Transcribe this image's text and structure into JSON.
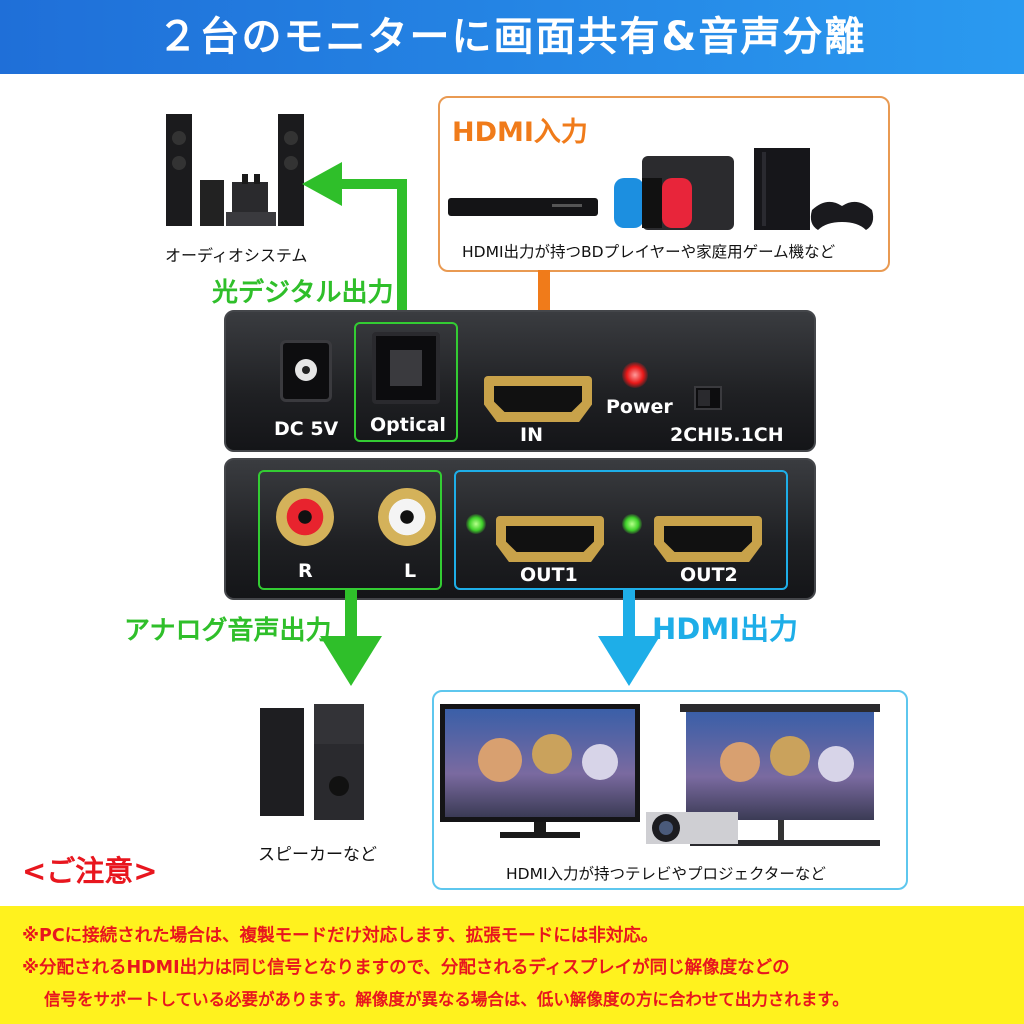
{
  "header": {
    "title": "２台のモニターに画面共有&音声分離"
  },
  "audio_system": {
    "caption": "オーディオシステム"
  },
  "optical_out": {
    "label": "光デジタル出力"
  },
  "hdmi_in_box": {
    "title": "HDMI入力",
    "caption": "HDMI出力が持つBDプレイヤーや家庭用ゲーム機など"
  },
  "device_top": {
    "dc_label": "DC 5V",
    "optical_label": "Optical",
    "in_label": "IN",
    "power_label": "Power",
    "switch_label": "2CHI5.1CH"
  },
  "device_bottom": {
    "r_label": "R",
    "l_label": "L",
    "out1_label": "OUT1",
    "out2_label": "OUT2"
  },
  "analog_out": {
    "label": "アナログ音声出力"
  },
  "hdmi_out": {
    "label": "HDMI出力"
  },
  "speakers": {
    "caption": "スピーカーなど"
  },
  "displays_box": {
    "caption": "HDMI入力が持つテレビやプロジェクターなど"
  },
  "notice": {
    "title": "<ご注意>",
    "lines": [
      "※PCに接続された場合は、複製モードだけ対応します、拡張モードには非対応。",
      "※分配されるHDMI出力は同じ信号となりますので、分配されるディスプレイが同じ解像度などの",
      "信号をサポートしている必要があります。解像度が異なる場合は、低い解像度の方に合わせて出力されます。"
    ]
  },
  "colors": {
    "header_blue": "#1f6fd8",
    "arrow_green": "#2fbf2a",
    "arrow_orange": "#f07b1a",
    "arrow_blue": "#1eaee8",
    "notice_yellow": "#fff21e",
    "notice_red": "#e8161e"
  }
}
